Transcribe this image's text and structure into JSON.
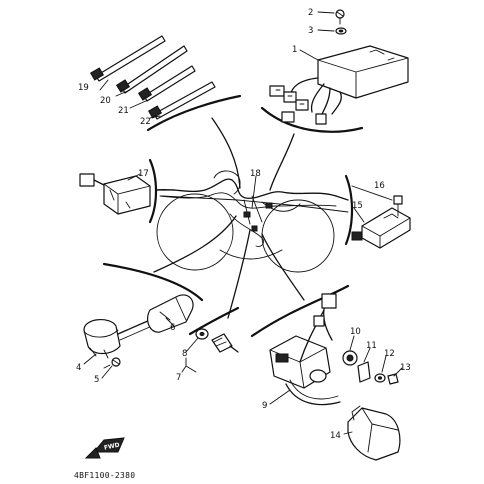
{
  "diagram": {
    "callouts": {
      "c1": "1",
      "c2": "2",
      "c3": "3",
      "c4": "4",
      "c5": "5",
      "c6": "6",
      "c7": "7",
      "c8": "8",
      "c9": "9",
      "c10": "10",
      "c11": "11",
      "c12": "12",
      "c13": "13",
      "c14": "14",
      "c15": "15",
      "c16": "16",
      "c17": "17",
      "c18": "18",
      "c19": "19",
      "c20": "20",
      "c21": "21",
      "c22": "22"
    },
    "fwd_label": "FWD",
    "drawing_code": "4BF1100-2380"
  }
}
